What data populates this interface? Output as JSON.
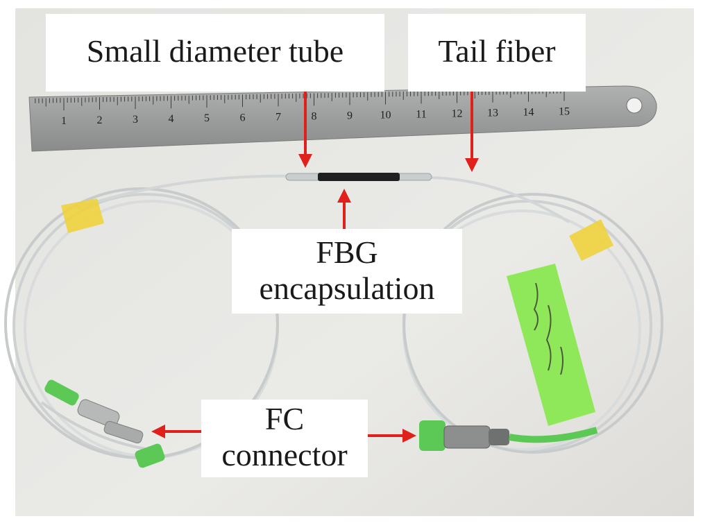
{
  "labels": {
    "small_diameter_tube": "Small diameter tube",
    "tail_fiber": "Tail fiber",
    "fbg_line1": "FBG",
    "fbg_line2": "encapsulation",
    "fc_line1": "FC",
    "fc_line2": "connector"
  },
  "ruler": {
    "ticks": [
      "1",
      "2",
      "3",
      "4",
      "5",
      "6",
      "7",
      "8",
      "9",
      "10",
      "11",
      "12",
      "13",
      "14",
      "15"
    ]
  },
  "colors": {
    "background": "#e6e6e3",
    "ruler": "#9d9e9e",
    "fiber": "#d4d7d7",
    "tape_yellow": "#f0d23c",
    "tag_green": "#8fe85a",
    "connector_green": "#5cc957",
    "arrow_red": "#e0201a"
  }
}
